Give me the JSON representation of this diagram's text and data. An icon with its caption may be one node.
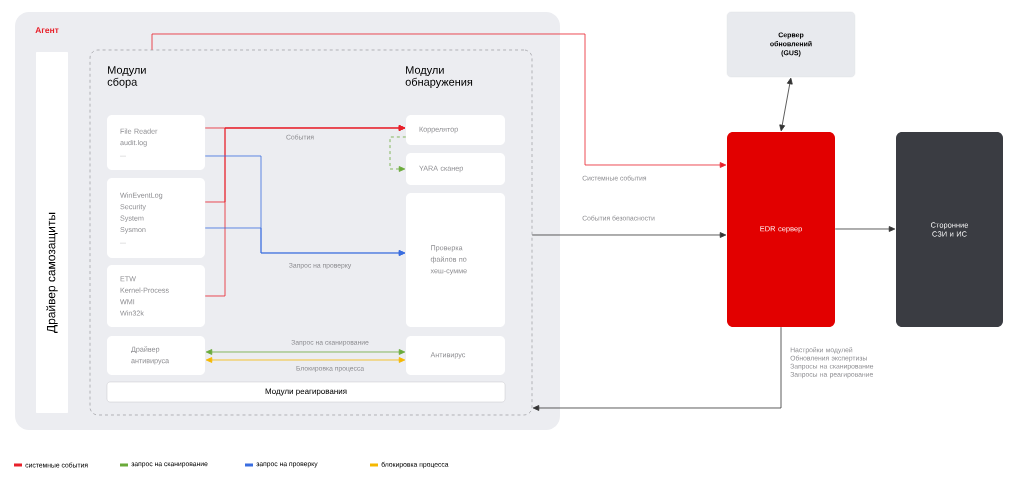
{
  "diagram": {
    "nodes": [
      {
        "text": [
          "Агент"
        ]
      },
      {
        "text": [
          "Драйвер самозащиты"
        ],
        "in": 0
      },
      {
        "text": [
          "Модули сбора",
          "Модули обнаружения"
        ],
        "in": 0
      },
      {
        "text": [
          "File Reader",
          "audit.log",
          "..."
        ],
        "in": 2
      },
      {
        "text": [
          "WinEventLog",
          "Security",
          "System",
          "Sysmon",
          "..."
        ],
        "in": 2
      },
      {
        "text": [
          "ETW",
          "Kernel-Process",
          "WMI",
          "Win32k"
        ],
        "in": 2
      },
      {
        "text": [
          "Драйвер антивируса"
        ],
        "in": 2
      },
      {
        "text": [
          "Коррелятор"
        ],
        "in": 2
      },
      {
        "text": [
          "YARA сканер"
        ],
        "in": 2
      },
      {
        "text": [
          "Проверка файлов по хеш-сумме"
        ],
        "in": 2
      },
      {
        "text": [
          "Антивирус"
        ],
        "in": 2
      },
      {
        "text": [
          "Модули реагирования"
        ],
        "in": 2
      },
      {
        "text": [
          "Сервер обновлений (GUS)"
        ]
      },
      {
        "text": [
          "EDR сервер"
        ]
      },
      {
        "text": [
          "Сторонние СЗИ и ИС"
        ]
      }
    ],
    "edges": [
      {
        "from": 3,
        "to": 7,
        "arrow": "to",
        "label": "События",
        "color": "#e8202a"
      },
      {
        "from": 4,
        "to": 7,
        "arrow": "to",
        "color": "#e8202a"
      },
      {
        "from": 5,
        "to": 7,
        "arrow": "to",
        "color": "#e8202a"
      },
      {
        "from": 3,
        "to": 9,
        "arrow": "to",
        "label": "Запрос на проверку",
        "color": "#3a6de0"
      },
      {
        "from": 4,
        "to": 9,
        "arrow": "to",
        "color": "#3a6de0"
      },
      {
        "from": 7,
        "to": 8,
        "arrow": "to",
        "style": "dashed",
        "color": "#6aaa3a"
      },
      {
        "from": 6,
        "to": 10,
        "arrow": "both",
        "label": "Запрос на сканирование",
        "color": "#6aaa3a"
      },
      {
        "from": 6,
        "to": 10,
        "arrow": "both",
        "label": "Блокировка процесса",
        "color": "#f5b800"
      },
      {
        "from": 2,
        "to": 13,
        "arrow": "to",
        "label": "Системные события",
        "color": "#e8202a"
      },
      {
        "from": 2,
        "to": 13,
        "arrow": "to",
        "label": "События безопасности",
        "color": "#333333"
      },
      {
        "from": 12,
        "to": 13,
        "arrow": "both",
        "color": "#333333"
      },
      {
        "from": 13,
        "to": 14,
        "arrow": "to",
        "color": "#333333"
      },
      {
        "from": 13,
        "to": 2,
        "arrow": "to",
        "label": "Настройки модулей Обновления экспертизы Запросы на сканирование Запросы на реагирование",
        "color": "#333333"
      }
    ],
    "legend": [
      {
        "text": "системные события",
        "color": "#e8202a"
      },
      {
        "text": "запрос на сканирование",
        "color": "#6aaa3a"
      },
      {
        "text": "запрос на проверку",
        "color": "#3a6de0"
      },
      {
        "text": "блокировка процесса",
        "color": "#f5b800"
      }
    ]
  }
}
